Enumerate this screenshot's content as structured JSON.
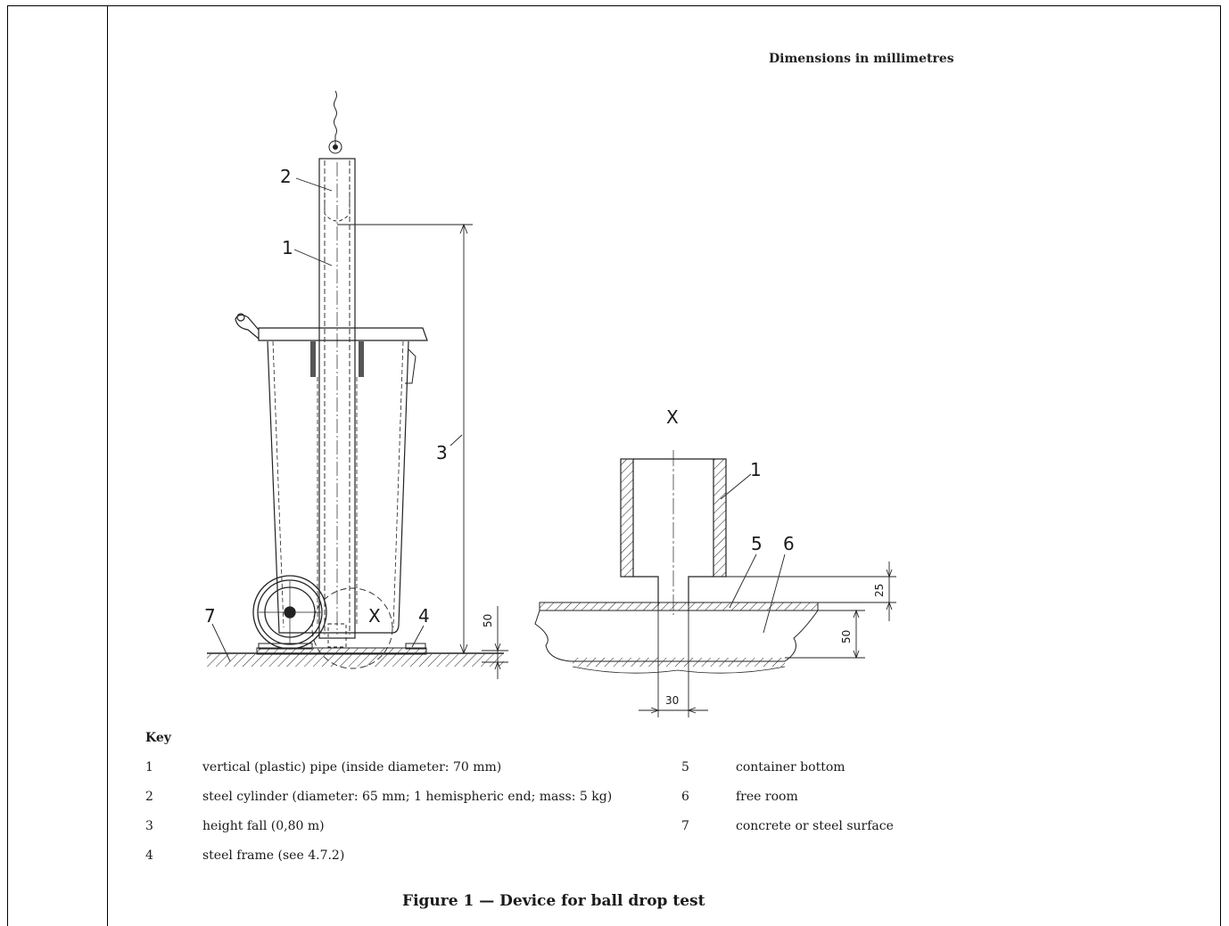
{
  "header": {
    "dimensions_note": "Dimensions in millimetres"
  },
  "diagram": {
    "callouts": {
      "c1": "1",
      "c2": "2",
      "c3": "3",
      "c4": "4",
      "c5": "5",
      "c6": "6",
      "c7": "7",
      "x_left": "X",
      "x_detail": "X",
      "c1_detail": "1"
    },
    "dimensions": {
      "d50_left": "50",
      "d25": "25",
      "d50_right": "50",
      "d30": "30"
    }
  },
  "key": {
    "title": "Key",
    "left": [
      {
        "num": "1",
        "text": "vertical (plastic) pipe (inside diameter: 70 mm)"
      },
      {
        "num": "2",
        "text": "steel cylinder (diameter: 65 mm; 1 hemispheric end; mass: 5 kg)"
      },
      {
        "num": "3",
        "text": "height fall (0,80 m)"
      },
      {
        "num": "4",
        "text": "steel frame (see 4.7.2)"
      }
    ],
    "right": [
      {
        "num": "5",
        "text": "container bottom"
      },
      {
        "num": "6",
        "text": "free room"
      },
      {
        "num": "7",
        "text": "concrete or steel surface"
      }
    ]
  },
  "caption": "Figure 1 — Device for ball drop test"
}
